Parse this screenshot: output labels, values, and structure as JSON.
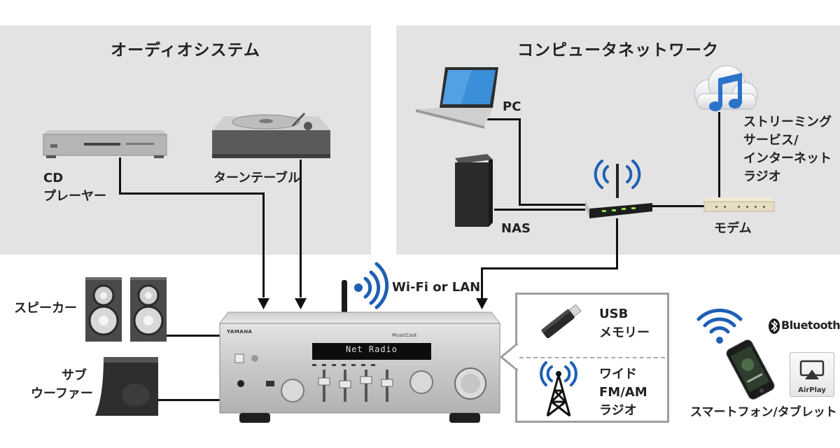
{
  "colors": {
    "panel_bg": "#e3e3e3",
    "wifi_blue": "#1f5fb4",
    "cloud_blue": "#2a73c9",
    "connector": "#111111",
    "popup_border": "#9e9e9e"
  },
  "audio_panel": {
    "title": "オーディオシステム",
    "cd_player": {
      "icon": "cd-player-icon",
      "label_lines": [
        "CD",
        "プレーヤー"
      ]
    },
    "turntable": {
      "icon": "turntable-icon",
      "label": "ターンテーブル"
    }
  },
  "network_panel": {
    "title": "コンピュータネットワーク",
    "pc": {
      "icon": "laptop-icon",
      "label": "PC"
    },
    "nas": {
      "icon": "nas-icon",
      "label": "NAS"
    },
    "router": {
      "icon": "wireless-router-icon"
    },
    "modem": {
      "icon": "modem-icon",
      "label": "モデム"
    },
    "streaming": {
      "icon": "cloud-music-icon",
      "label_lines": [
        "ストリーミング",
        "サービス/",
        "インターネット",
        "ラジオ"
      ]
    }
  },
  "speakers": {
    "icon": "speaker-icon",
    "label": "スピーカー"
  },
  "subwoofer": {
    "icon": "subwoofer-icon",
    "label_lines": [
      "サブ",
      "ウーファー"
    ]
  },
  "receiver": {
    "icon": "network-receiver-icon",
    "brand": "YAMAHA",
    "display_text": "Net Radio",
    "badge": "MusicCast"
  },
  "connection_wifi": {
    "icon": "wifi-icon",
    "label": "Wi-Fi or LAN"
  },
  "inputs_box": {
    "usb": {
      "icon": "usb-stick-icon",
      "label_lines": [
        "USB",
        "メモリー"
      ]
    },
    "radio": {
      "icon": "radio-tower-icon",
      "label_lines": [
        "ワイド",
        "FM/AM",
        "ラジオ"
      ]
    }
  },
  "mobile": {
    "bluetooth_label": "Bluetooth®",
    "airplay_label": "AirPlay",
    "label": "スマートフォン/タブレット"
  }
}
